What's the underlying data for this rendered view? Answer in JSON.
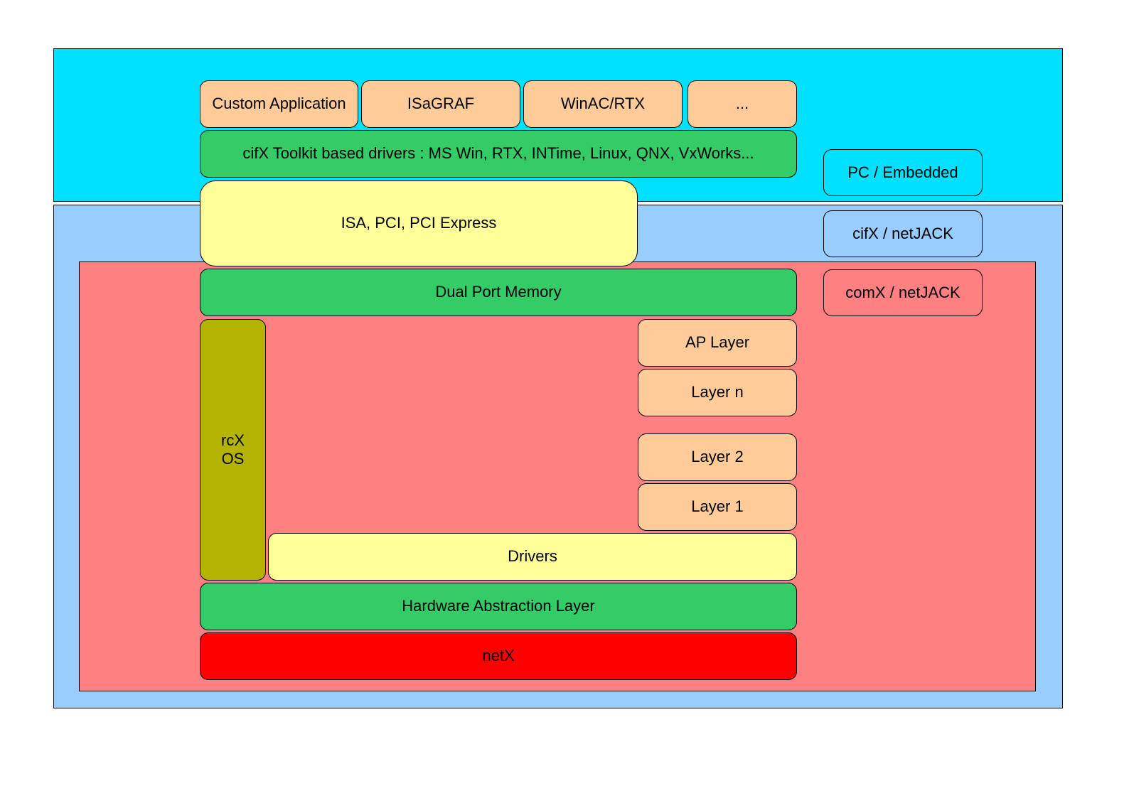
{
  "colors": {
    "pc_region": "#00e1ff",
    "card_region": "#99ccff",
    "module_region": "#ff8080",
    "application": "#ffcc99",
    "green_layer": "#33cc66",
    "yellow_layer": "#ffff99",
    "rtos": "#b3b300",
    "chip": "#ff0000"
  },
  "applications": [
    "Custom Application",
    "ISaGRAF",
    "WinAC/RTX",
    "..."
  ],
  "toolkit": "cifX Toolkit based drivers : MS Win, RTX, INTime, Linux, QNX, VxWorks...",
  "bus": "ISA, PCI, PCI Express",
  "dpm": "Dual Port Memory",
  "protocol_layers": [
    "AP Layer",
    "Layer n",
    "Layer 2",
    "Layer 1"
  ],
  "rtos": "rcX\nOS",
  "drivers": "Drivers",
  "hal": "Hardware Abstraction Layer",
  "chip": "netX",
  "legend": [
    "PC / Embedded",
    "cifX / netJACK",
    "comX / netJACK"
  ]
}
